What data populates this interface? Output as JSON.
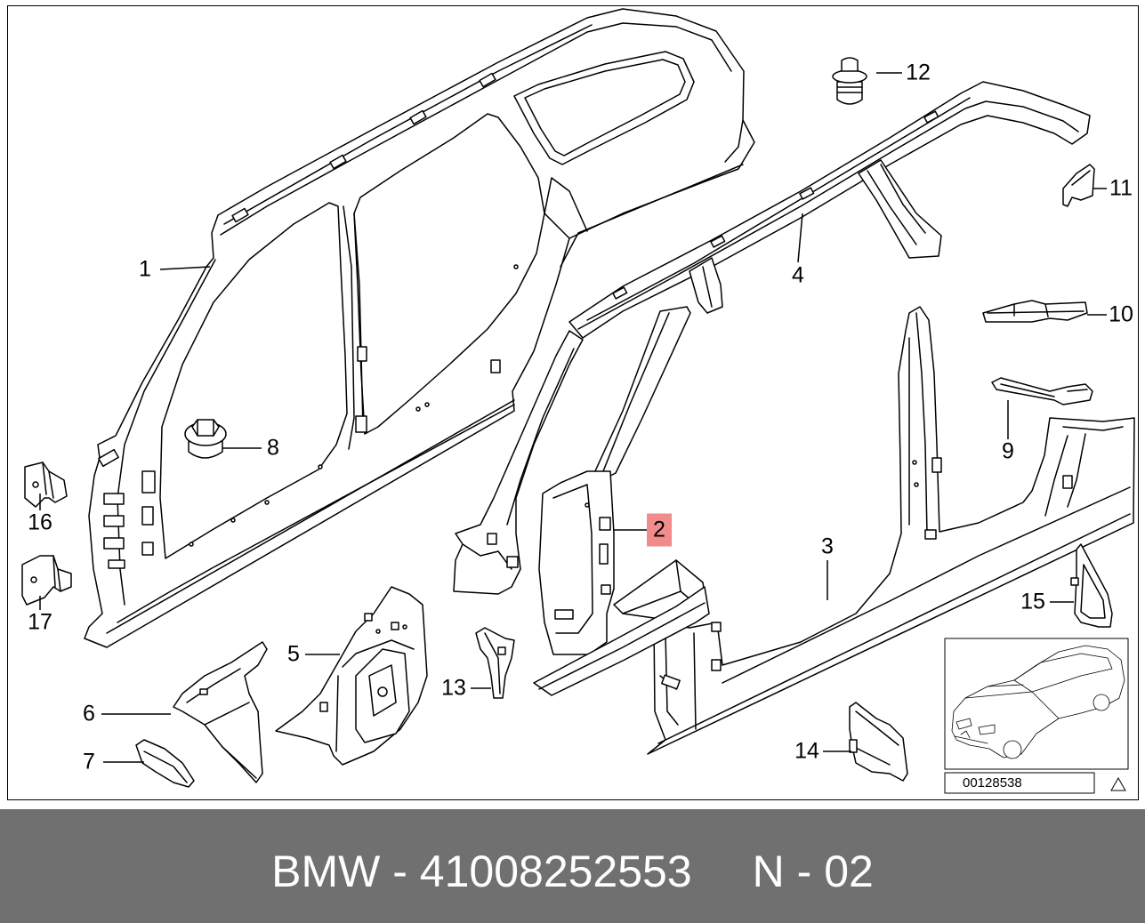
{
  "diagram": {
    "callouts": [
      {
        "label": "1"
      },
      {
        "label": "2",
        "highlighted": true
      },
      {
        "label": "3"
      },
      {
        "label": "4"
      },
      {
        "label": "5"
      },
      {
        "label": "6"
      },
      {
        "label": "7"
      },
      {
        "label": "8"
      },
      {
        "label": "9"
      },
      {
        "label": "10"
      },
      {
        "label": "11"
      },
      {
        "label": "12"
      },
      {
        "label": "13"
      },
      {
        "label": "14"
      },
      {
        "label": "15"
      },
      {
        "label": "16"
      },
      {
        "label": "17"
      }
    ],
    "diagram_number": "00128538",
    "icons": {
      "notice": "warning-triangle-icon"
    }
  },
  "footer": {
    "part_label": "BMW - 41008252553",
    "page_ref": "N - 02"
  },
  "colors": {
    "highlight": "#f28b8b",
    "footer_bg": "#707070",
    "footer_text": "#ffffff",
    "line_art": "#000000"
  }
}
